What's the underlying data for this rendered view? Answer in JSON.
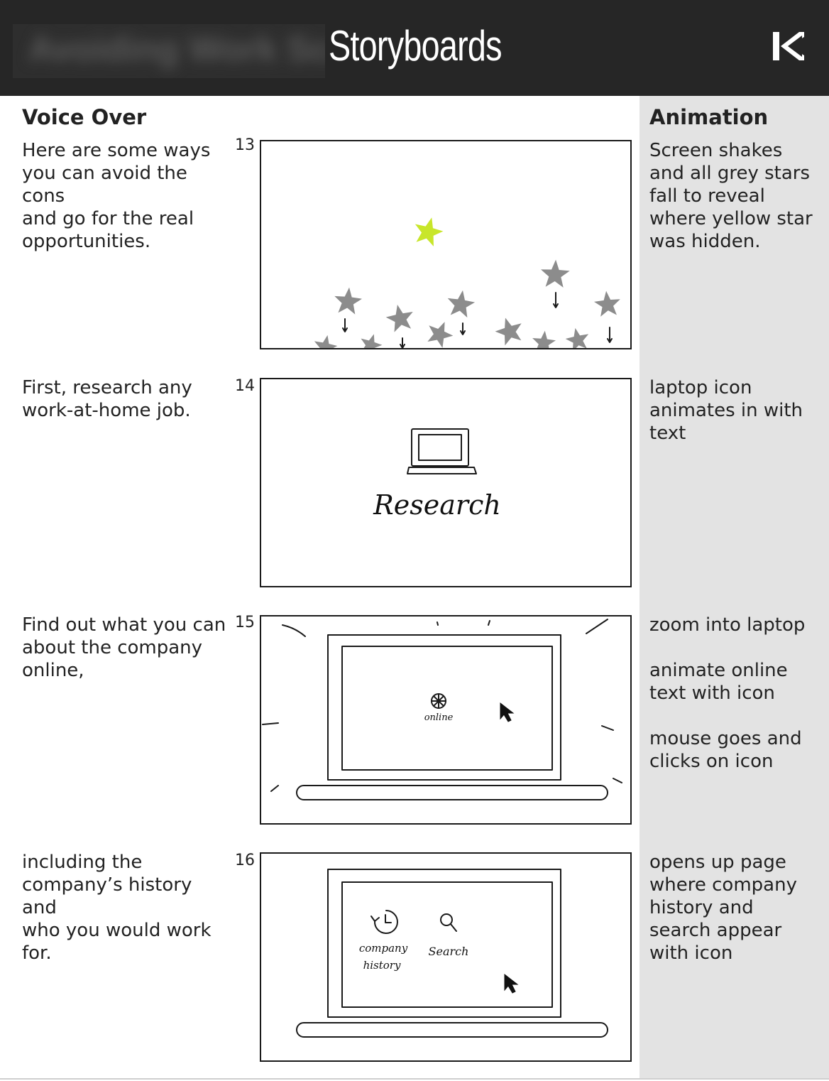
{
  "header": {
    "blurred_title": "Avoiding Work Scams",
    "title": "Storyboards",
    "logo_letter": "K"
  },
  "columns": {
    "voice_over": "Voice Over",
    "animation": "Animation"
  },
  "frames": [
    {
      "number": "13",
      "voice_over": " Here are some ways\nyou can avoid the cons\nand go for the real\nopportunities.",
      "animation": "Screen shakes\nand all grey stars\nfall to reveal\nwhere yellow star\nwas hidden.",
      "colors": {
        "yellow_star": "#c8e62a",
        "grey_star": "#8c8c8c"
      }
    },
    {
      "number": "14",
      "voice_over": "First, research any\nwork-at-home job.",
      "animation": "laptop icon\nanimates in with\ntext",
      "sketch_label": "Research"
    },
    {
      "number": "15",
      "voice_over": "Find out what you can\nabout the company\nonline,",
      "animation": "zoom into laptop\n\nanimate online\ntext with icon\n\nmouse goes and\nclicks on icon",
      "sketch_label": "online"
    },
    {
      "number": "16",
      "voice_over": "including the\ncompany’s history and\nwho you would work\nfor.",
      "animation": "opens up page\nwhere company\nhistory and\nsearch appear\nwith icon",
      "sketch_labels": [
        "company",
        "history",
        "Search"
      ]
    }
  ]
}
